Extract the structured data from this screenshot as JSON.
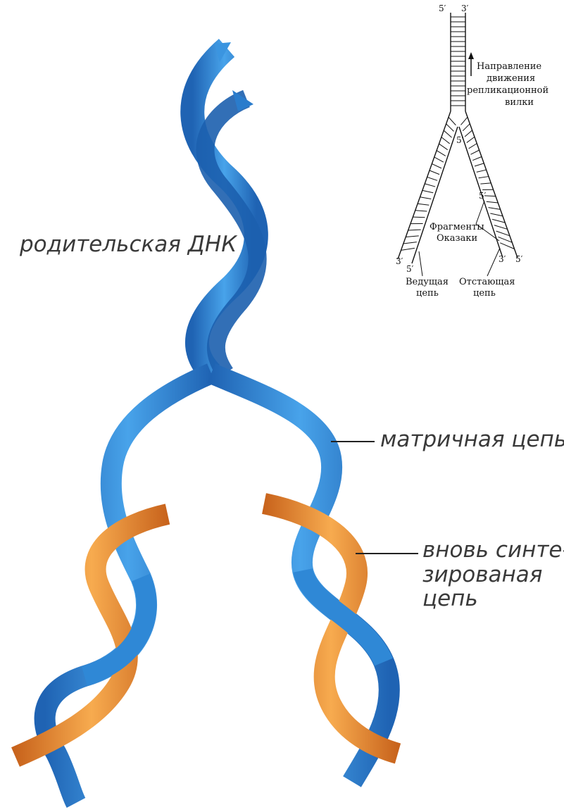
{
  "main_labels": {
    "parent_dna": "родительская ДНК",
    "template_strand": "матричная цепь",
    "new_strand_lines": [
      "вновь синте-",
      "зированая",
      "цепь"
    ]
  },
  "fork_inset": {
    "top_ends": [
      "5′",
      "3′"
    ],
    "direction_lines": [
      "Направление",
      "движения",
      "репликационной",
      "вилки"
    ],
    "inner_5_upper": "5′",
    "inner_5_lower": "5′",
    "okazaki_lines": [
      "Фрагменты",
      "Оказаки"
    ],
    "left_bottom_ends": [
      "3′",
      "5′"
    ],
    "right_bottom_ends": [
      "3′",
      "5′"
    ],
    "leading_lines": [
      "Ведущая",
      "цепь"
    ],
    "lagging_lines": [
      "Отстающая",
      "цепь"
    ]
  },
  "colors": {
    "parent_strand": "#2e86d4",
    "parent_strand_dark": "#1c5fae",
    "new_strand": "#f09a3a",
    "new_strand_dark": "#c9661e",
    "label_text": "#3a3a3a"
  }
}
